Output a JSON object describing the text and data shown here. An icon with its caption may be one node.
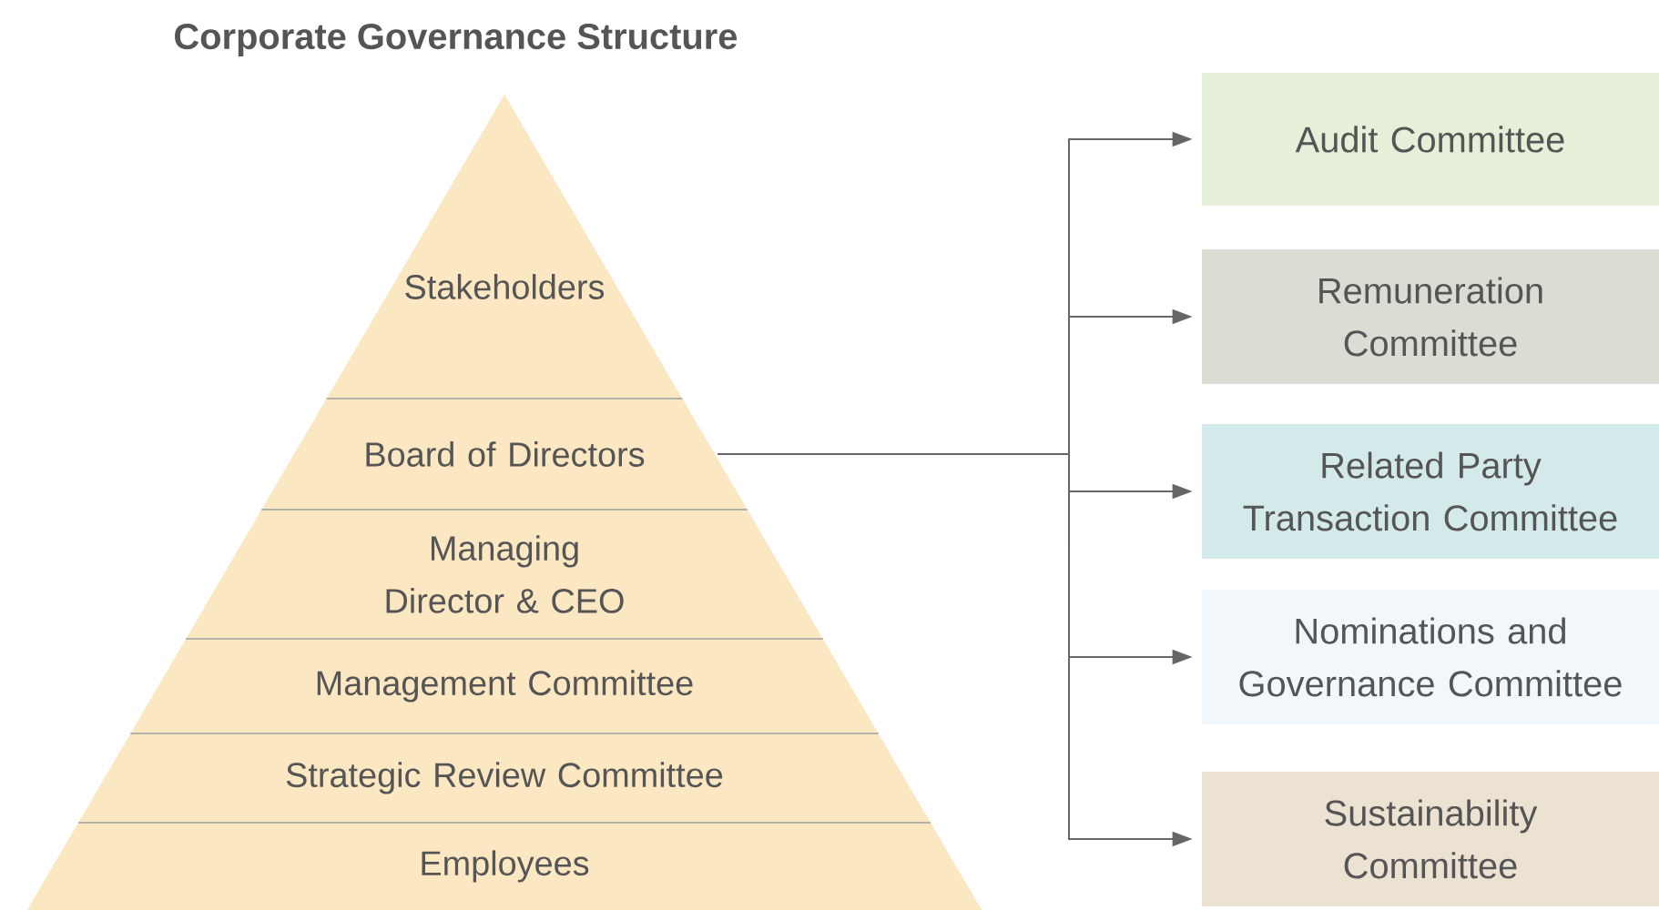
{
  "diagram": {
    "title": "Corporate Governance Structure",
    "nodes": [
      {
        "text": [
          "Stakeholders"
        ]
      },
      {
        "text": [
          "Board of Directors"
        ]
      },
      {
        "text": [
          "Managing Director & CEO"
        ]
      },
      {
        "text": [
          "Management Committee"
        ]
      },
      {
        "text": [
          "Strategic Review Committee"
        ]
      },
      {
        "text": [
          "Employees"
        ]
      },
      {
        "text": [
          "Audit Committee"
        ]
      },
      {
        "text": [
          "Remuneration Committee"
        ]
      },
      {
        "text": [
          "Related Party Transaction Committee"
        ]
      },
      {
        "text": [
          "Nominations and Governance Committee"
        ]
      },
      {
        "text": [
          "Sustainability Committee"
        ]
      }
    ],
    "edges": [
      {
        "from": 1,
        "to": 6,
        "arrow": "to"
      },
      {
        "from": 1,
        "to": 7,
        "arrow": "to"
      },
      {
        "from": 1,
        "to": 8,
        "arrow": "to"
      },
      {
        "from": 1,
        "to": 9,
        "arrow": "to"
      },
      {
        "from": 1,
        "to": 10,
        "arrow": "to"
      }
    ]
  }
}
